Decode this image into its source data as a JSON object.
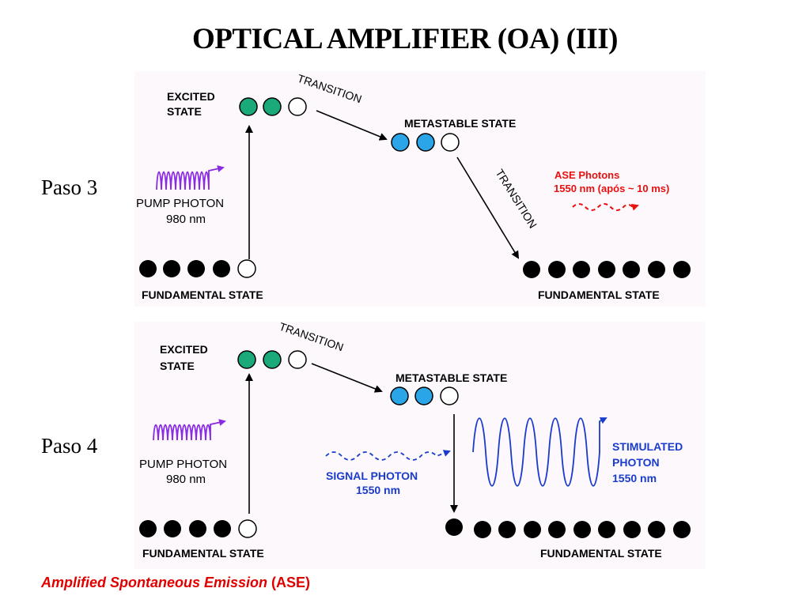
{
  "title": "OPTICAL AMPLIFIER (OA) (III)",
  "colors": {
    "excited": "#1aaa7a",
    "metastable": "#2aa6e8",
    "ground": "#000000",
    "pump": "#8a2be2",
    "ase": "#e81010",
    "signal": "#1a3ccc",
    "panel_bg": "#fcf8fc"
  },
  "step3": {
    "step_label": "Paso 3",
    "excited_label_line1": "EXCITED",
    "excited_label_line2": "STATE",
    "metastable_label": "METASTABLE STATE",
    "transition_label_1": "TRANSITION",
    "transition_label_2": "TRANSITION",
    "pump_label": "PUMP PHOTON",
    "pump_wavelength": "980 nm",
    "ase_label": "ASE Photons",
    "ase_wavelength": "1550 nm (após ~ 10 ms)",
    "ground_left_label": "FUNDAMENTAL STATE",
    "ground_right_label": "FUNDAMENTAL STATE",
    "excited_filled": 2,
    "excited_empty": 1,
    "metastable_filled": 2,
    "metastable_empty": 1,
    "ground_left_filled": 4,
    "ground_left_empty": 1,
    "ground_right_filled": 7,
    "ground_right_empty": 0
  },
  "step4": {
    "step_label": "Paso 4",
    "excited_label_line1": "EXCITED",
    "excited_label_line2": "STATE",
    "metastable_label": "METASTABLE STATE",
    "transition_label": "TRANSITION",
    "pump_label": "PUMP PHOTON",
    "pump_wavelength": "980 nm",
    "signal_label": "SIGNAL PHOTON",
    "signal_wavelength": "1550 nm",
    "stimulated_label_line1": "STIMULATED",
    "stimulated_label_line2": "PHOTON",
    "stimulated_wavelength": "1550 nm",
    "ground_left_label": "FUNDAMENTAL STATE",
    "ground_right_label": "FUNDAMENTAL STATE",
    "excited_filled": 2,
    "excited_empty": 1,
    "metastable_filled": 2,
    "metastable_empty": 1,
    "ground_left_filled": 4,
    "ground_left_empty": 1,
    "ground_right_filled": 10,
    "ground_right_empty": 0
  },
  "footer": {
    "italic_text": "Amplified Spontaneous Emission",
    "plain_text": " (ASE)"
  }
}
